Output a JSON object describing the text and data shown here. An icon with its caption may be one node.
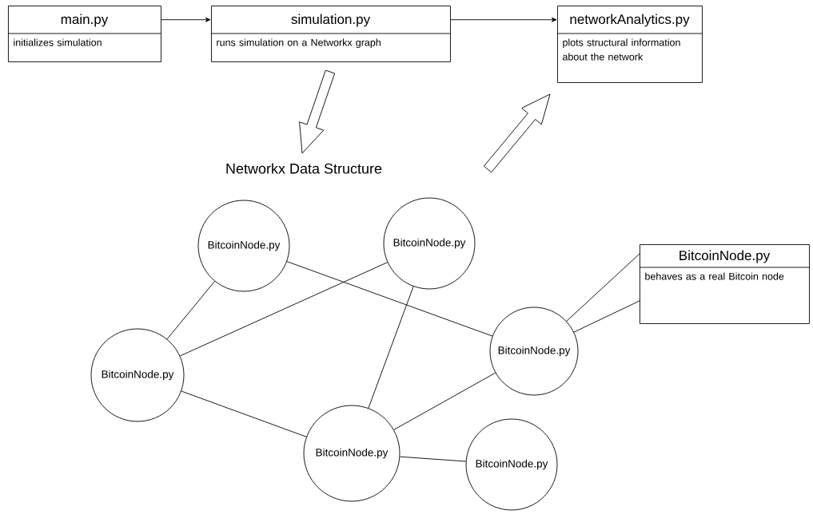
{
  "diagram": {
    "nodes": [
      {
        "text": [
          "main.py",
          "initializes simulation"
        ]
      },
      {
        "text": [
          "simulation.py",
          "runs simulation on a Networkx graph"
        ]
      },
      {
        "text": [
          "networkAnalytics.py",
          "plots structural information about the network"
        ]
      },
      {
        "text": [
          "Networkx Data Structure"
        ]
      },
      {
        "text": [
          "BitcoinNode.py"
        ]
      },
      {
        "text": [
          "BitcoinNode.py"
        ]
      },
      {
        "text": [
          "BitcoinNode.py",
          "behaves as a real Bitcoin node"
        ]
      },
      {
        "text": [
          "BitcoinNode.py"
        ]
      },
      {
        "text": [
          "BitcoinNode.py"
        ]
      },
      {
        "text": [
          "BitcoinNode.py"
        ]
      },
      {
        "text": [
          "BitcoinNode.py"
        ]
      }
    ],
    "edges": [
      {
        "from": 0,
        "to": 1,
        "arrow": "to"
      },
      {
        "from": 1,
        "to": 2,
        "arrow": "to"
      },
      {
        "from": 1,
        "to": 3,
        "arrow": "to",
        "style": "thick"
      },
      {
        "from": null,
        "to": 2,
        "arrow": "to",
        "style": "thick"
      },
      {
        "from": 4,
        "to": 8,
        "arrow": "none"
      },
      {
        "from": 4,
        "to": 7,
        "arrow": "none"
      },
      {
        "from": 5,
        "to": 8,
        "arrow": "none"
      },
      {
        "from": 5,
        "to": 9,
        "arrow": "none"
      },
      {
        "from": 8,
        "to": 9,
        "arrow": "none"
      },
      {
        "from": 7,
        "to": 9,
        "arrow": "none"
      },
      {
        "from": 9,
        "to": 10,
        "arrow": "none"
      },
      {
        "from": 7,
        "to": 6,
        "arrow": "none"
      },
      {
        "from": 7,
        "to": 6,
        "arrow": "none"
      }
    ]
  }
}
